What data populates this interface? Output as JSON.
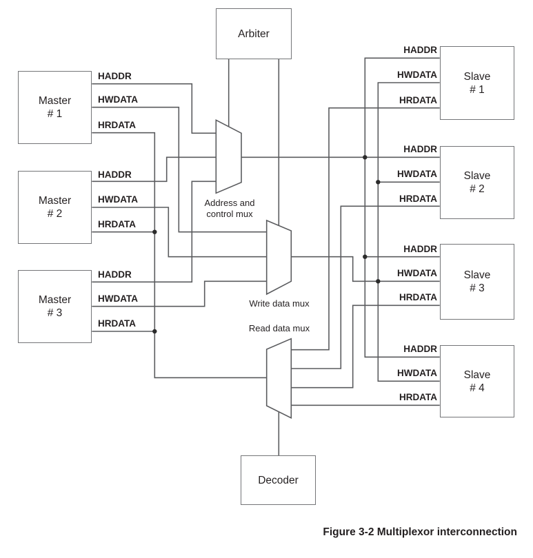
{
  "figure": {
    "caption": "Figure 3-2 Multiplexor interconnection"
  },
  "colors": {
    "background": "#ffffff",
    "wire": "#5a5b5e",
    "box_border": "#737477",
    "text": "#231f20",
    "junction_dot": "#2b2b2b"
  },
  "blocks": {
    "arbiter": {
      "label": "Arbiter"
    },
    "decoder": {
      "label": "Decoder"
    },
    "masters": [
      {
        "name": "Master",
        "number": "# 1",
        "signals": [
          "HADDR",
          "HWDATA",
          "HRDATA"
        ]
      },
      {
        "name": "Master",
        "number": "# 2",
        "signals": [
          "HADDR",
          "HWDATA",
          "HRDATA"
        ]
      },
      {
        "name": "Master",
        "number": "# 3",
        "signals": [
          "HADDR",
          "HWDATA",
          "HRDATA"
        ]
      }
    ],
    "slaves": [
      {
        "name": "Slave",
        "number": "# 1",
        "signals": [
          "HADDR",
          "HWDATA",
          "HRDATA"
        ]
      },
      {
        "name": "Slave",
        "number": "# 2",
        "signals": [
          "HADDR",
          "HWDATA",
          "HRDATA"
        ]
      },
      {
        "name": "Slave",
        "number": "# 3",
        "signals": [
          "HADDR",
          "HWDATA",
          "HRDATA"
        ]
      },
      {
        "name": "Slave",
        "number": "# 4",
        "signals": [
          "HADDR",
          "HWDATA",
          "HRDATA"
        ]
      }
    ]
  },
  "muxes": {
    "address": {
      "line1": "Address and",
      "line2": "control mux"
    },
    "write": {
      "label": "Write data mux"
    },
    "read": {
      "label": "Read data mux"
    }
  }
}
